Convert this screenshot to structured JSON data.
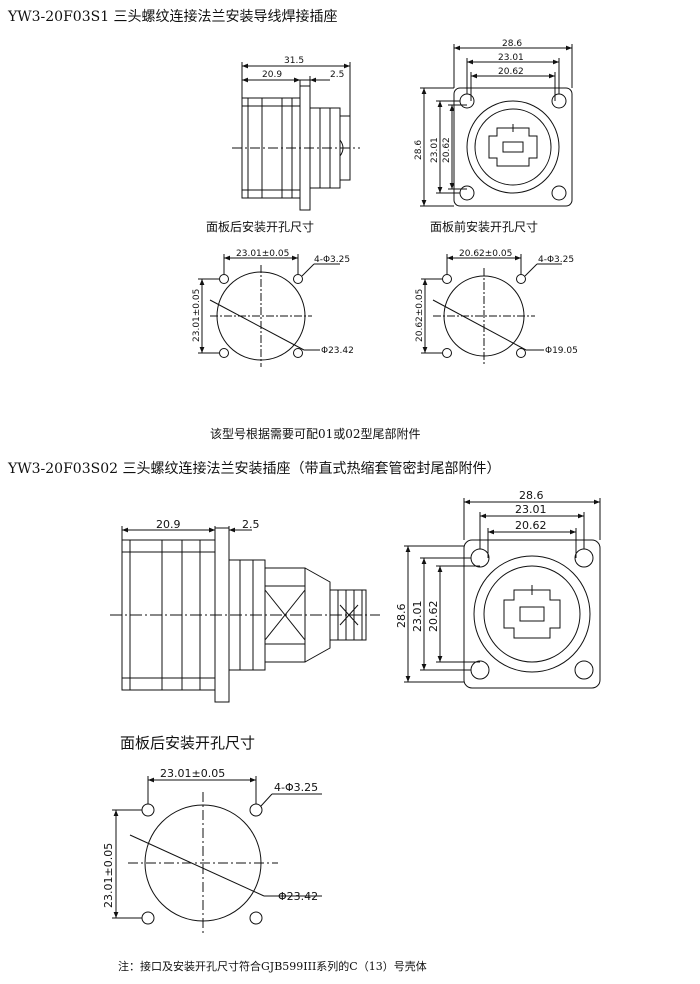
{
  "section1": {
    "title": "YW3-20F03S1 三头螺纹连接法兰安装导线焊接插座",
    "side": {
      "d_total": "31.5",
      "d_body": "20.9",
      "d_flange": "2.5"
    },
    "front": {
      "d_outer": "28.6",
      "d_mid": "23.01",
      "d_inner": "20.62"
    },
    "caption_rear": "面板后安装开孔尺寸",
    "caption_front": "面板前安装开孔尺寸",
    "cutout_rear": {
      "pitch_h": "23.01±0.05",
      "pitch_v": "23.01±0.05",
      "holes": "4-Φ3.25",
      "bore": "Φ23.42"
    },
    "cutout_front": {
      "pitch_h": "20.62±0.05",
      "pitch_v": "20.62±0.05",
      "holes": "4-Φ3.25",
      "bore": "Φ19.05"
    },
    "note": "该型号根据需要可配01或02型尾部附件"
  },
  "section2": {
    "title": "YW3-20F03S02 三头螺纹连接法兰安装插座（带直式热缩套管密封尾部附件）",
    "side": {
      "d_body": "20.9",
      "d_flange": "2.5"
    },
    "front": {
      "d_outer": "28.6",
      "d_mid": "23.01",
      "d_inner": "20.62"
    },
    "caption_rear": "面板后安装开孔尺寸",
    "cutout_rear": {
      "pitch_h": "23.01±0.05",
      "pitch_v": "23.01±0.05",
      "holes": "4-Φ3.25",
      "bore": "Φ23.42"
    },
    "note": "注：接口及安装开孔尺寸符合GJB599III系列的C（13）号壳体"
  }
}
